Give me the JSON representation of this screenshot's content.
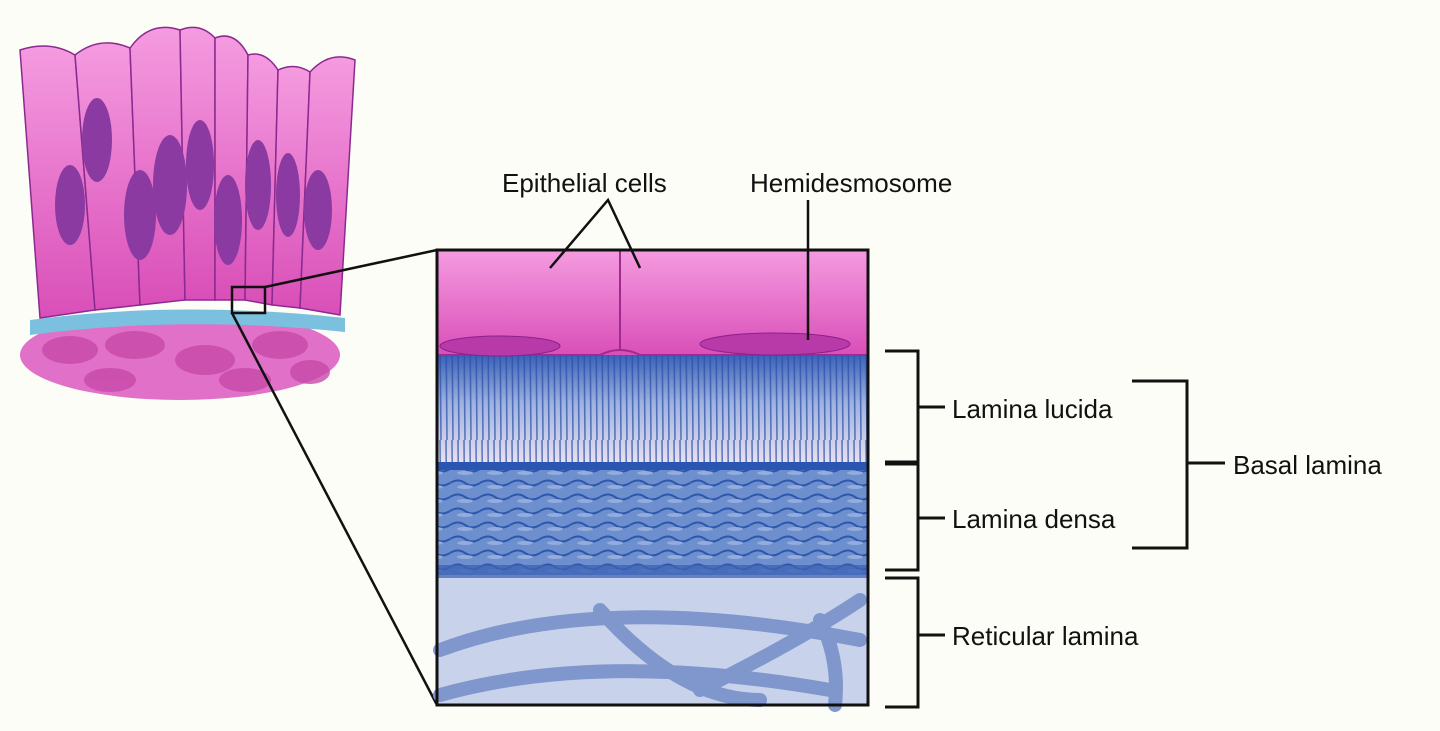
{
  "labels": {
    "epithelial_cells": "Epithelial cells",
    "hemidesmosome": "Hemidesmosome",
    "lamina_lucida": "Lamina lucida",
    "lamina_densa": "Lamina densa",
    "reticular_lamina": "Reticular lamina",
    "basal_lamina": "Basal lamina"
  },
  "colors": {
    "cell_pink": "#e060c0",
    "nucleus_purple": "#8a3aa0",
    "lamina_blue": "#2f5fb0",
    "reticular_light": "#c8d2ea"
  }
}
